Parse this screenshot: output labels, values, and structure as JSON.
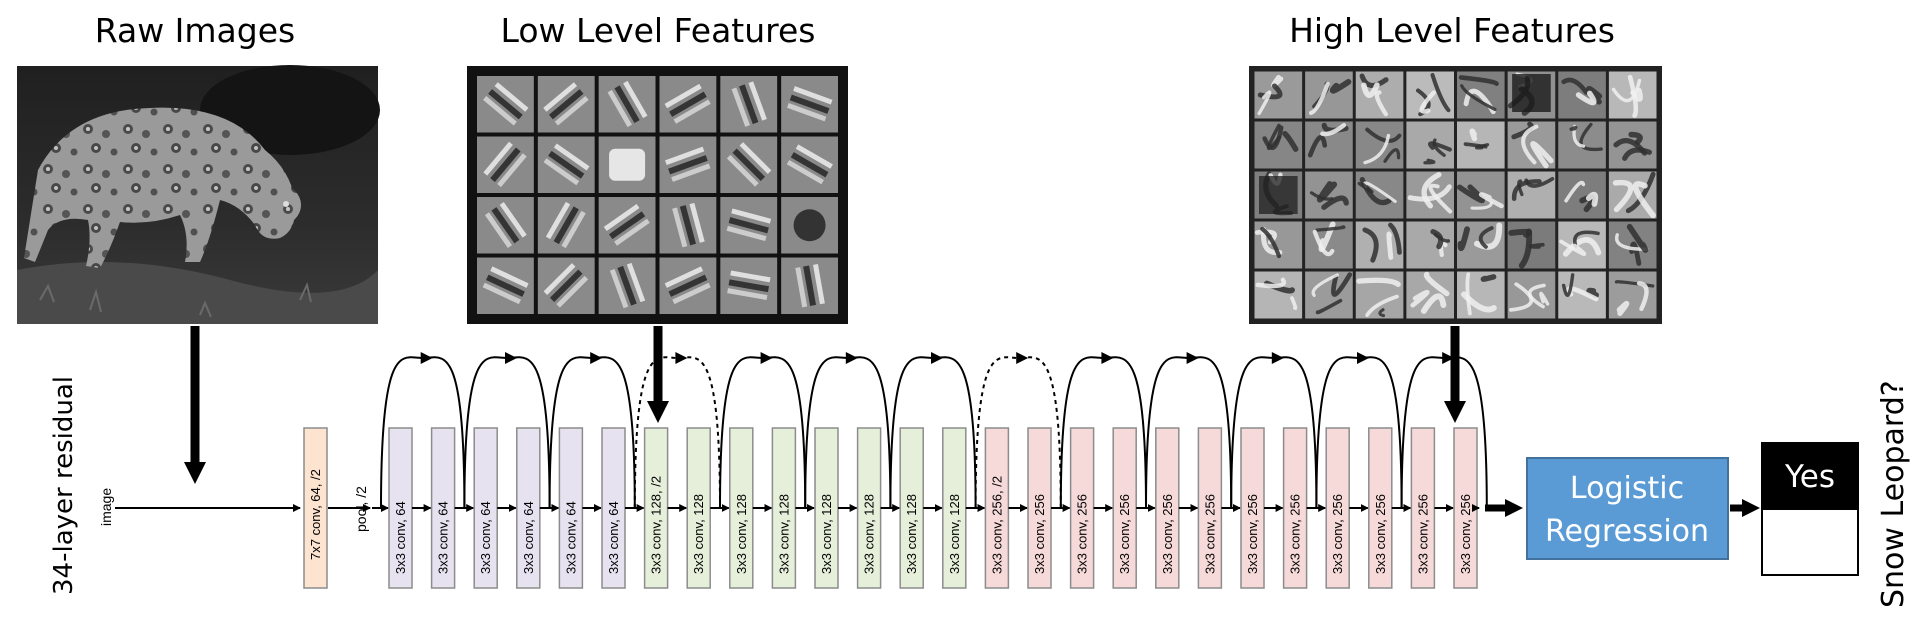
{
  "titles": {
    "raw": "Raw Images",
    "low": "Low Level Features",
    "high": "High Level Features"
  },
  "network": {
    "name": "34-layer residual",
    "input_label": "image",
    "pool_label": "pool, /2",
    "first_layer": "7x7 conv, 64, /2",
    "layers": [
      {
        "label": "3x3 conv, 64",
        "stage": 1
      },
      {
        "label": "3x3 conv, 64",
        "stage": 1
      },
      {
        "label": "3x3 conv, 64",
        "stage": 1
      },
      {
        "label": "3x3 conv, 64",
        "stage": 1
      },
      {
        "label": "3x3 conv, 64",
        "stage": 1
      },
      {
        "label": "3x3 conv, 64",
        "stage": 1
      },
      {
        "label": "3x3 conv, 128, /2",
        "stage": 2
      },
      {
        "label": "3x3 conv, 128",
        "stage": 2
      },
      {
        "label": "3x3 conv, 128",
        "stage": 2
      },
      {
        "label": "3x3 conv, 128",
        "stage": 2
      },
      {
        "label": "3x3 conv, 128",
        "stage": 2
      },
      {
        "label": "3x3 conv, 128",
        "stage": 2
      },
      {
        "label": "3x3 conv, 128",
        "stage": 2
      },
      {
        "label": "3x3 conv, 128",
        "stage": 2
      },
      {
        "label": "3x3 conv, 256, /2",
        "stage": 3
      },
      {
        "label": "3x3 conv, 256",
        "stage": 3
      },
      {
        "label": "3x3 conv, 256",
        "stage": 3
      },
      {
        "label": "3x3 conv, 256",
        "stage": 3
      },
      {
        "label": "3x3 conv, 256",
        "stage": 3
      },
      {
        "label": "3x3 conv, 256",
        "stage": 3
      },
      {
        "label": "3x3 conv, 256",
        "stage": 3
      },
      {
        "label": "3x3 conv, 256",
        "stage": 3
      },
      {
        "label": "3x3 conv, 256",
        "stage": 3
      },
      {
        "label": "3x3 conv, 256",
        "stage": 3
      },
      {
        "label": "3x3 conv, 256",
        "stage": 3
      },
      {
        "label": "3x3 conv, 256",
        "stage": 3
      }
    ]
  },
  "classifier": {
    "label_line1": "Logistic",
    "label_line2": "Regression",
    "color": "#5b9bd5"
  },
  "output": {
    "question": "Snow Leopard?",
    "answer": "Yes"
  },
  "colors": {
    "stage0": "#fce4d0",
    "stage1": "#e7e2f0",
    "stage2": "#e5efda",
    "stage3": "#f6d9d9",
    "box_border": "#8c8c8c"
  }
}
